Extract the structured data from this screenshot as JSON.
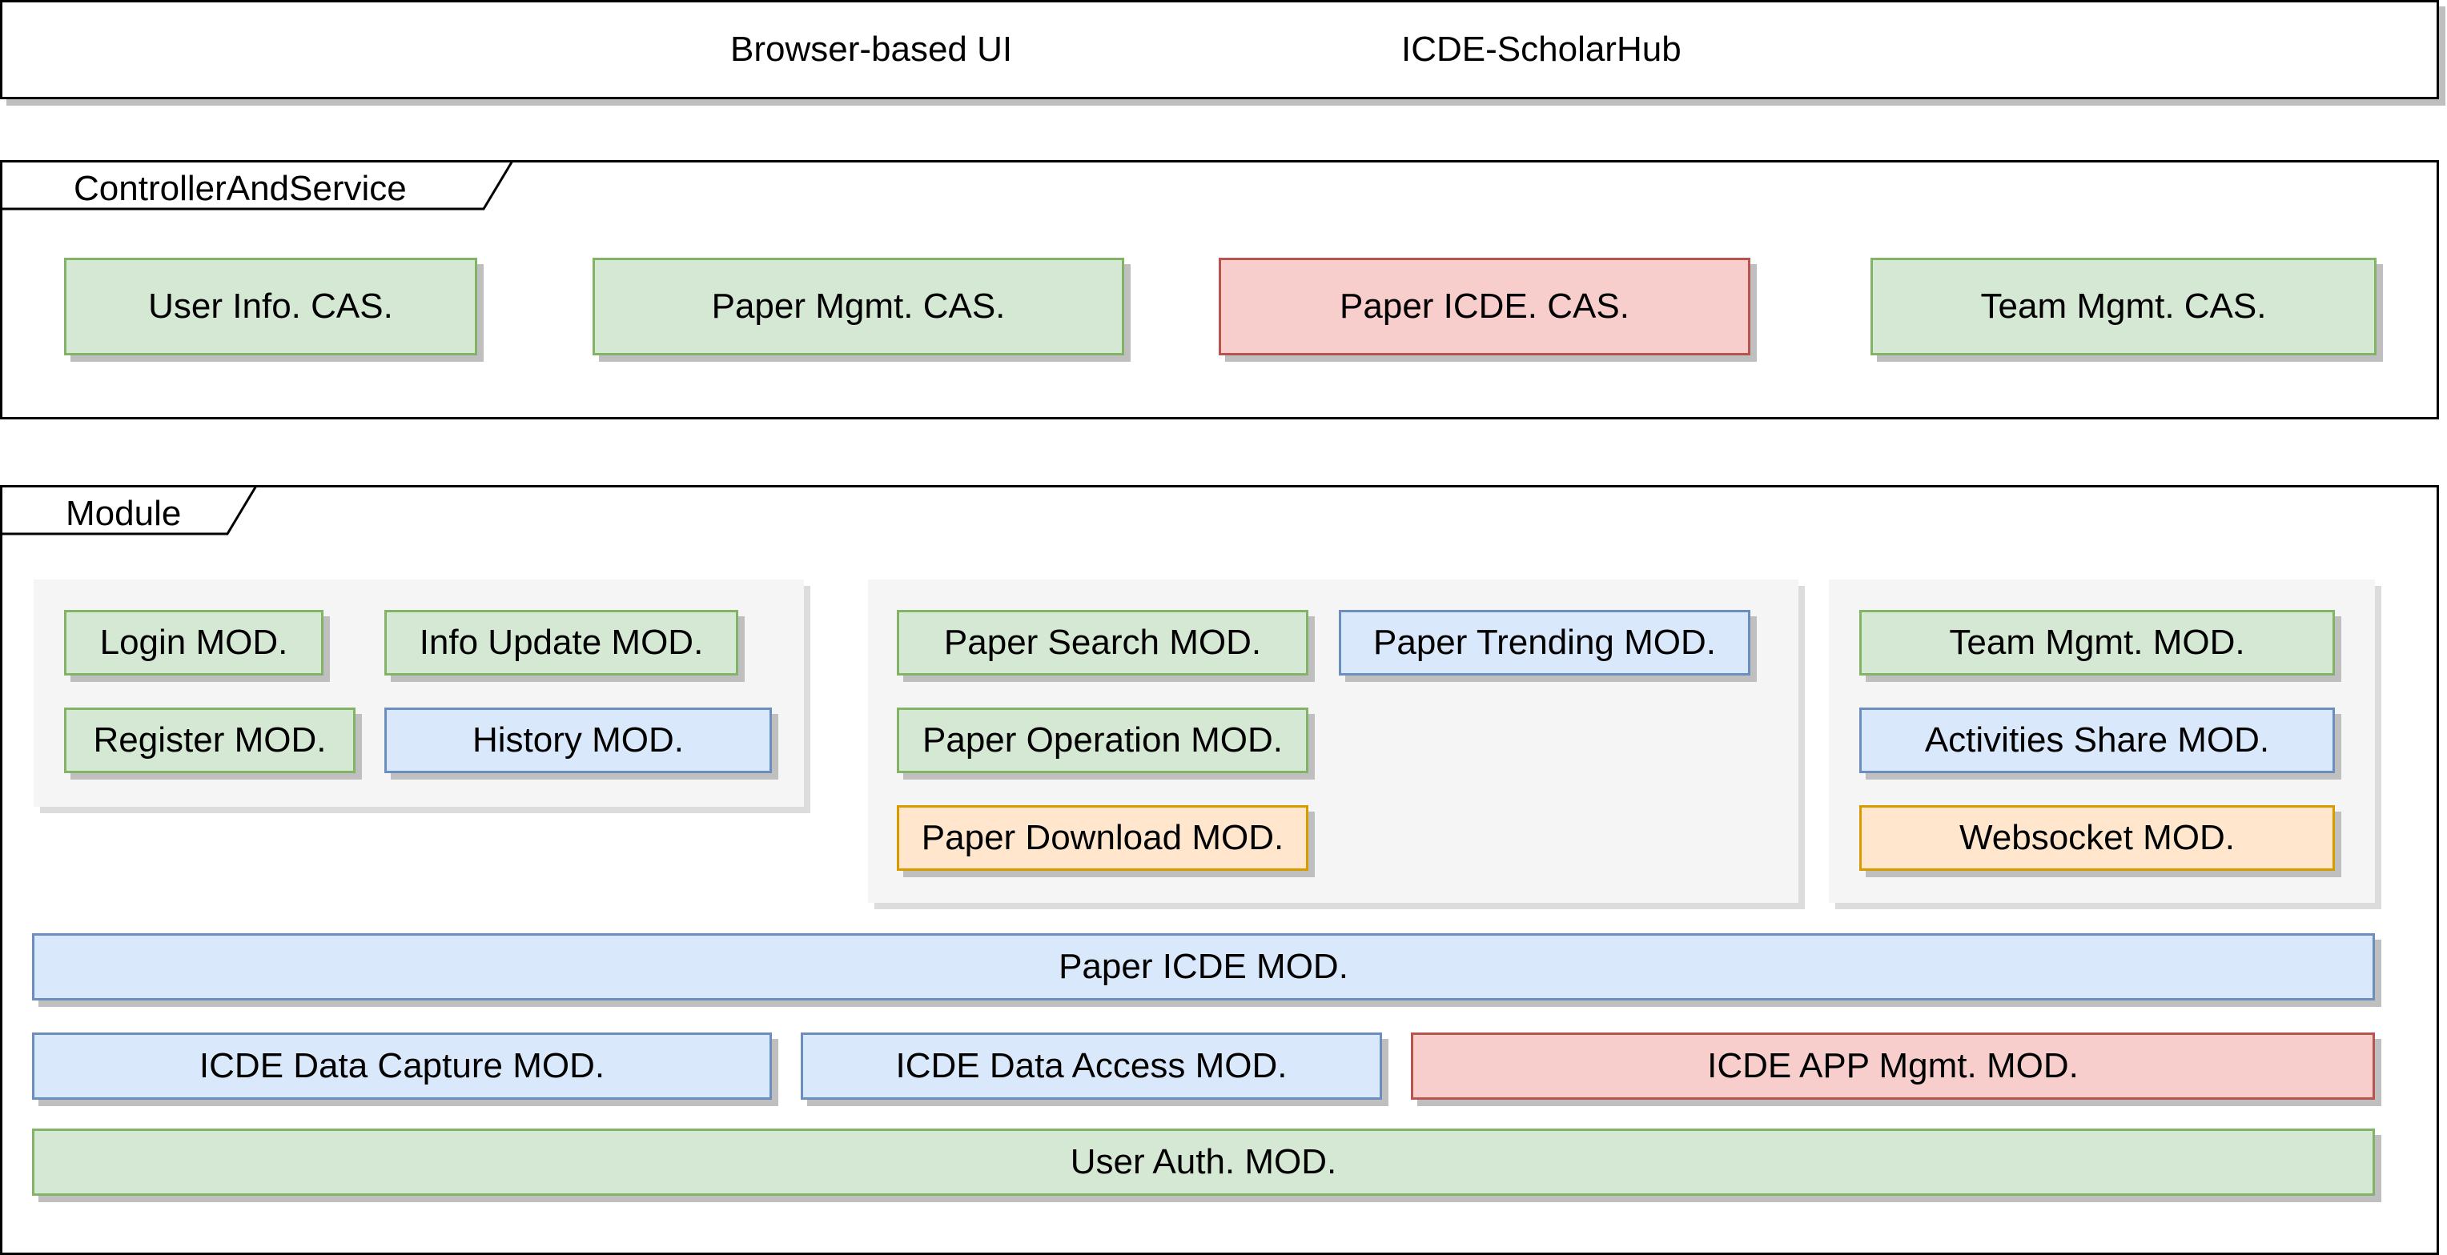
{
  "header": {
    "left_text": "Browser-based UI",
    "right_text": "ICDE-ScholarHub"
  },
  "controller": {
    "label": "ControllerAndService",
    "boxes": [
      "User Info. CAS.",
      "Paper Mgmt. CAS.",
      "Paper ICDE. CAS.",
      "Team Mgmt. CAS."
    ]
  },
  "module": {
    "label": "Module",
    "group_user": [
      "Login MOD.",
      "Info Update MOD.",
      "Register MOD.",
      "History  MOD."
    ],
    "group_paper": [
      "Paper Search MOD.",
      "Paper Trending MOD.",
      "Paper Operation MOD.",
      "Paper Download MOD."
    ],
    "group_team": [
      "Team Mgmt. MOD.",
      "Activities Share MOD.",
      "Websocket MOD."
    ],
    "paper_icde": "Paper ICDE MOD.",
    "icde_row": [
      "ICDE Data Capture MOD.",
      "ICDE Data Access MOD.",
      "ICDE APP Mgmt. MOD."
    ],
    "user_auth": "User Auth. MOD."
  },
  "colors": {
    "green_fill": "#d5e8d4",
    "green_stroke": "#82b366",
    "blue_fill": "#dae8fc",
    "blue_stroke": "#6c8ebf",
    "red_fill": "#f8cecc",
    "red_stroke": "#b85450",
    "orange_fill": "#ffe6cc",
    "orange_stroke": "#d79b00",
    "group_fill": "#f5f5f5"
  }
}
